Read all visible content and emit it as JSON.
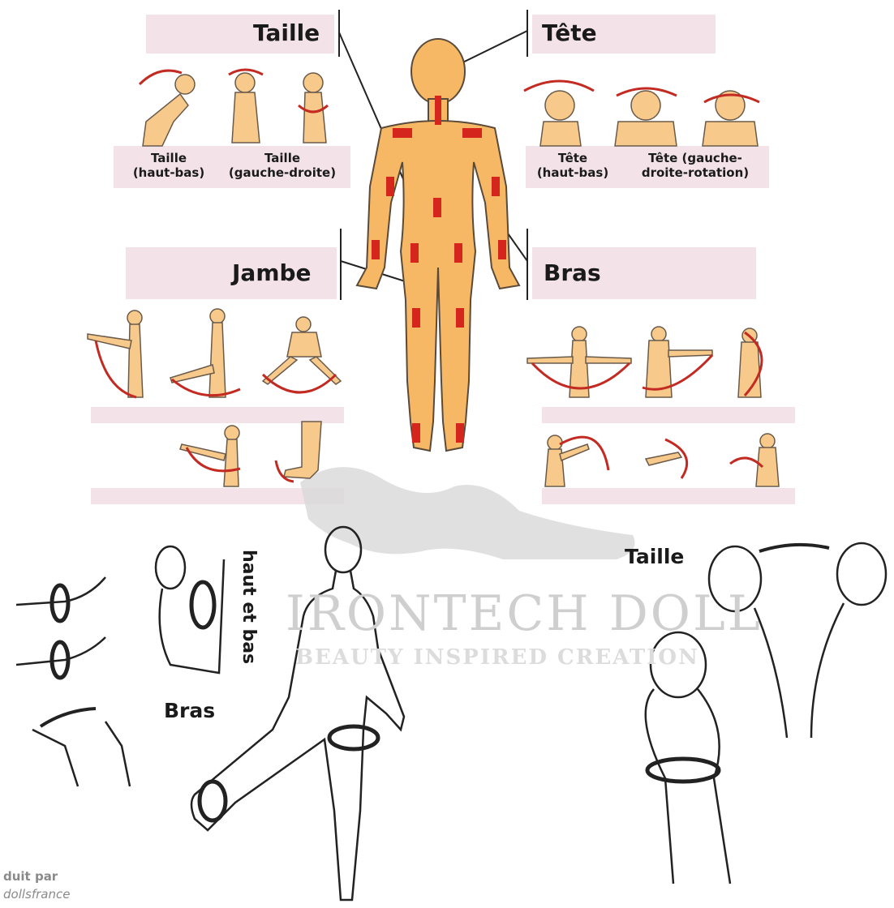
{
  "sections": {
    "taille": "Taille",
    "tete": "Tête",
    "jambe": "Jambe",
    "bras": "Bras"
  },
  "captions": {
    "taille_haut_bas": "Taille\n(haut-bas)",
    "taille_gauche_droite": "Taille\n(gauche-droite)",
    "tete_haut_bas": "Tête\n(haut-bas)",
    "tete_rotation": "Tête (gauche-\ndroite-rotation)"
  },
  "lower": {
    "haut_et_bas": "haut et bas",
    "bras": "Bras",
    "taille": "Taille"
  },
  "watermark": {
    "brand": "IRONTECH DOLL",
    "tagline": "BEAUTY INSPIRED CREATION"
  },
  "credit": {
    "line1": "duit par",
    "line2": "dollsfrance"
  },
  "colors": {
    "skin": "#f7b865",
    "joint": "#d4261c",
    "band": "#f3e3e9"
  }
}
